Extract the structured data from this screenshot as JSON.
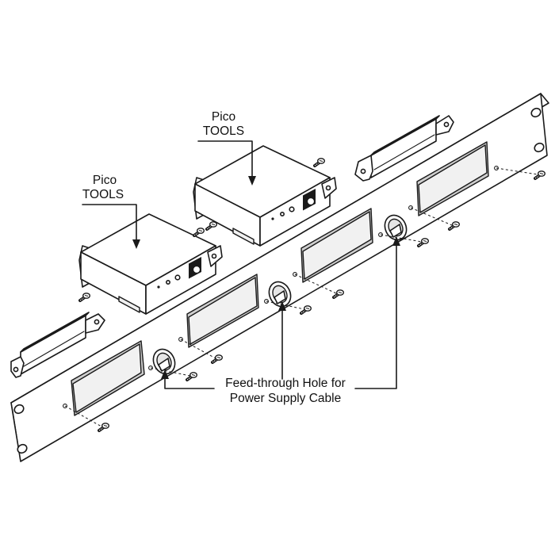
{
  "labels": {
    "device_left": [
      "Pico",
      "TOOLS"
    ],
    "device_right": [
      "Pico",
      "TOOLS"
    ],
    "callout": [
      "Feed-through Hole for",
      "Power Supply Cable"
    ]
  },
  "parts": {
    "rack_panel": "rack-mount-panel",
    "devices": [
      "pico-tools-unit-left",
      "pico-tools-unit-right"
    ],
    "brackets": [
      "mounting-bracket-left",
      "mounting-bracket-right"
    ],
    "grommets": [
      "feed-through-hole-1",
      "feed-through-hole-2",
      "feed-through-hole-3"
    ]
  }
}
